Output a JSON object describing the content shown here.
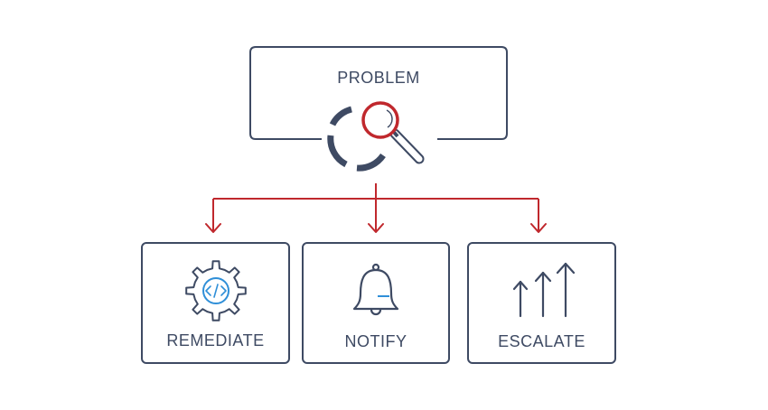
{
  "problem": {
    "label": "PROBLEM",
    "icon": "magnifier-with-spinner-icon"
  },
  "actions": [
    {
      "label": "REMEDIATE",
      "icon": "gear-code-icon"
    },
    {
      "label": "NOTIFY",
      "icon": "bell-icon"
    },
    {
      "label": "ESCALATE",
      "icon": "up-arrows-icon"
    }
  ],
  "colors": {
    "outline": "#3e4a63",
    "accent_red": "#c0282d",
    "accent_blue": "#2f8fd8",
    "background": "#ffffff"
  }
}
